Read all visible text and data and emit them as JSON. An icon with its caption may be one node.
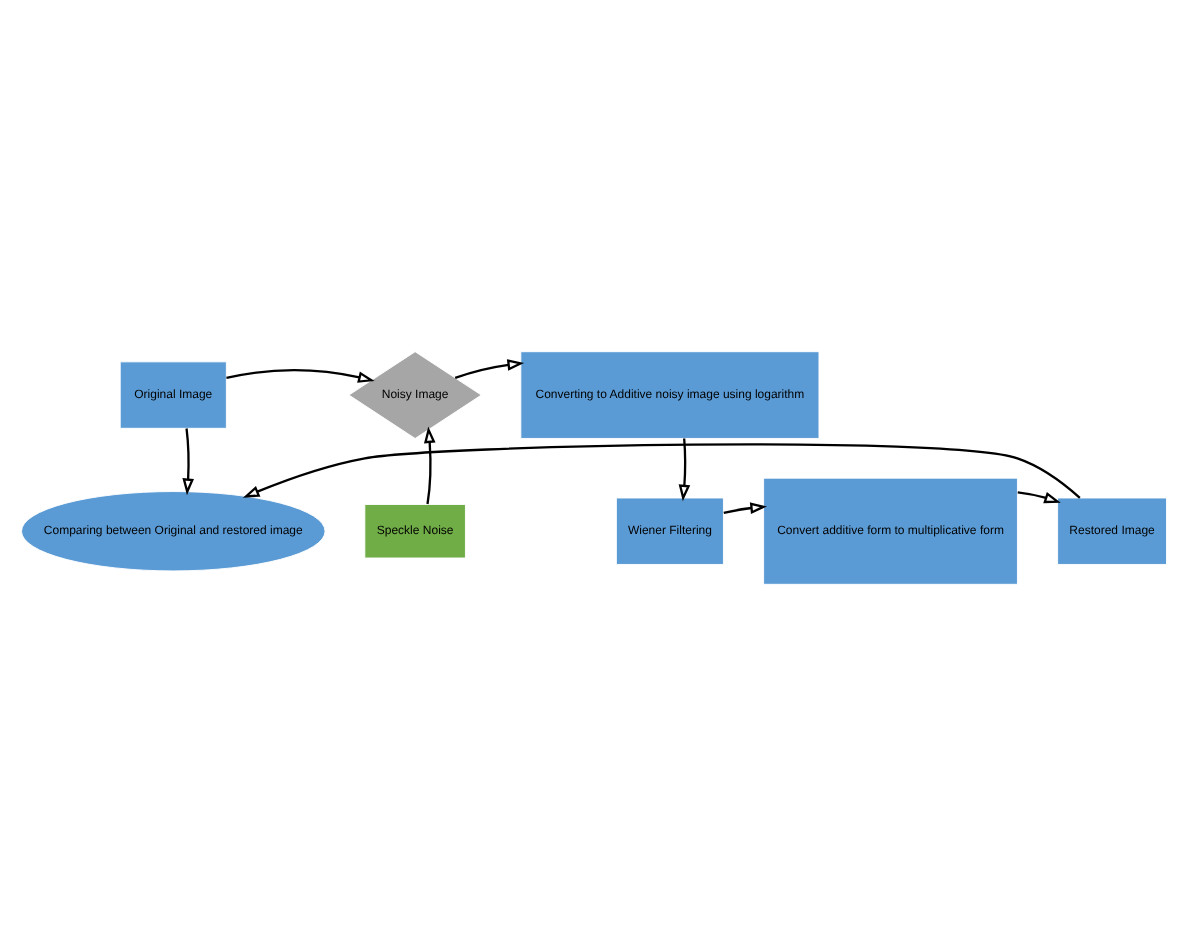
{
  "diagram": {
    "nodes": [
      {
        "text": [
          "Original Image"
        ]
      },
      {
        "text": [
          "Noisy Image"
        ]
      },
      {
        "text": [
          "Converting to Additive noisy image using logarithm"
        ]
      },
      {
        "text": [
          "Comparing between Original and restored image"
        ]
      },
      {
        "text": [
          "Speckle Noise"
        ]
      },
      {
        "text": [
          "Wiener Filtering"
        ]
      },
      {
        "text": [
          "Convert additive form to multiplicative form"
        ]
      },
      {
        "text": [
          "Restored Image"
        ]
      }
    ],
    "edges": [
      {
        "from": 0,
        "to": 1,
        "arrow": "to"
      },
      {
        "from": 1,
        "to": 2,
        "arrow": "to"
      },
      {
        "from": 0,
        "to": 3,
        "arrow": "to"
      },
      {
        "from": 4,
        "to": 1,
        "arrow": "to"
      },
      {
        "from": 2,
        "to": 5,
        "arrow": "to"
      },
      {
        "from": 5,
        "to": 6,
        "arrow": "to"
      },
      {
        "from": 6,
        "to": 7,
        "arrow": "to"
      },
      {
        "from": 7,
        "to": 3,
        "arrow": "to"
      }
    ]
  }
}
